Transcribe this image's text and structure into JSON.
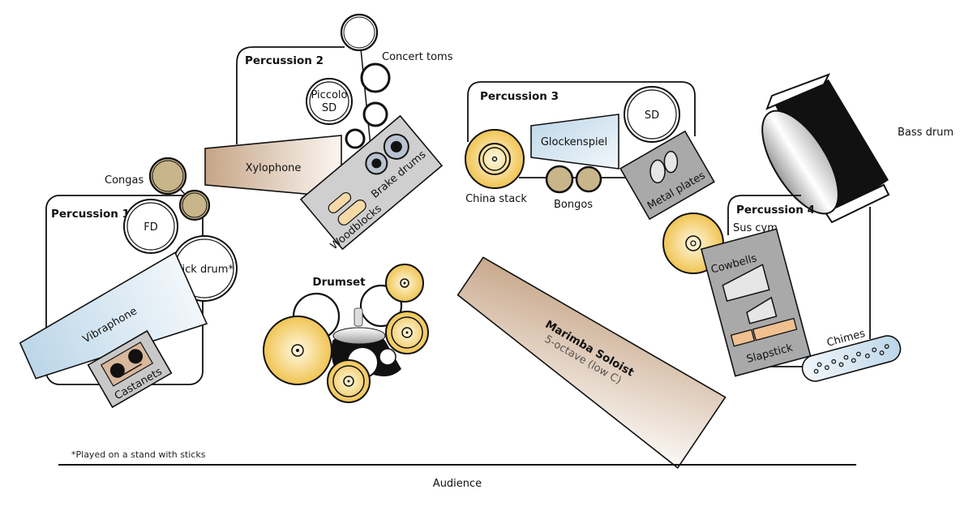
{
  "diagram": {
    "title": "Percussion stage setup",
    "colors": {
      "cymbal": "#f2c65a",
      "skin": "#c8b58a",
      "plate": "#bdbdbd",
      "vibraphone": "#c4dcea",
      "xylophone": "#c9a88a",
      "marimba": "#c6a385",
      "outline": "#111111"
    },
    "stations": {
      "p1": {
        "label": "Percussion 1"
      },
      "p2": {
        "label": "Percussion 2"
      },
      "p3": {
        "label": "Percussion 3"
      },
      "p4": {
        "label": "Percussion 4"
      }
    },
    "instruments": {
      "congas": "Congas",
      "fd": "FD",
      "kick_drum": "Kick drum*",
      "vibraphone": "Vibraphone",
      "castanets": "Castanets",
      "concert_toms": "Concert toms",
      "piccolo_sd_line1": "Piccolo",
      "piccolo_sd_line2": "SD",
      "xylophone": "Xylophone",
      "woodblocks": "Woodblocks",
      "brake_drums": "Brake drums",
      "drumset": "Drumset",
      "sd": "SD",
      "glockenspiel": "Glockenspiel",
      "china_stack": "China stack",
      "bongos": "Bongos",
      "metal_plates": "Metal plates",
      "marimba_line1": "Marimba Soloist",
      "marimba_line2": "5-octave (low C)",
      "bass_drum": "Bass drum",
      "sus_cym": "Sus cym",
      "cowbells": "Cowbells",
      "slapstick": "Slapstick",
      "chimes": "Chimes"
    },
    "footnote": "*Played on a stand with sticks",
    "audience": "Audience"
  }
}
